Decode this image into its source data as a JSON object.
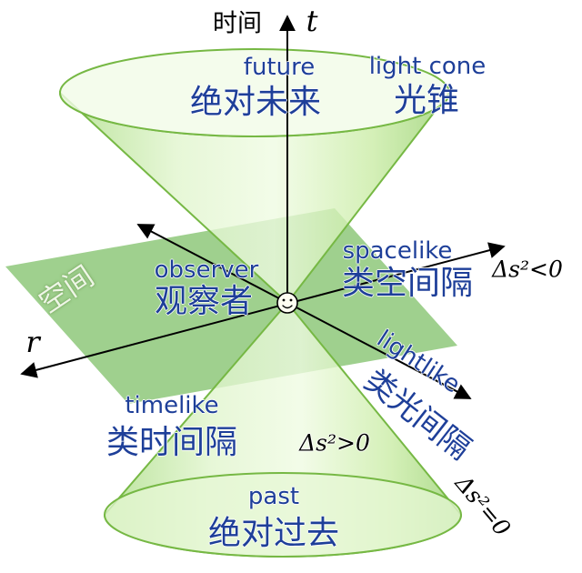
{
  "colors": {
    "label_blue": "#1e3f99",
    "cone_stroke_green": "#76b844",
    "plane_green": "#92c97e",
    "axis_black": "#000000"
  },
  "axes": {
    "time_cn": "时间",
    "t": "t",
    "r": "r",
    "space_cn": "空间"
  },
  "regions": {
    "future": {
      "en": "future",
      "cn": "绝对未来"
    },
    "light_cone": {
      "en": "light cone",
      "cn": "光锥"
    },
    "observer": {
      "en": "observer",
      "cn": "观察者"
    },
    "spacelike": {
      "en": "spacelike",
      "cn": "类空间隔",
      "interval": "Δs²<0"
    },
    "lightlike": {
      "en": "lightlike",
      "cn": "类光间隔",
      "interval": "Δs²=0"
    },
    "timelike": {
      "en": "timelike",
      "cn": "类时间隔",
      "interval": "Δs²>0"
    },
    "past": {
      "en": "past",
      "cn": "绝对过去"
    }
  }
}
